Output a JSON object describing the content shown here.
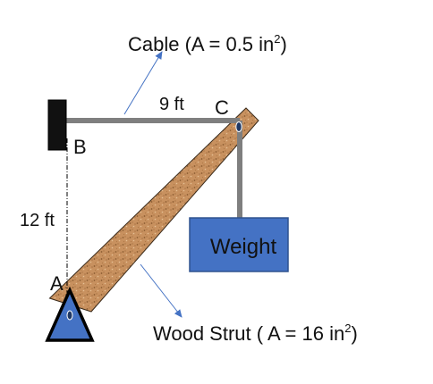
{
  "labels": {
    "cable": "Cable (A = 0.5 in",
    "cable_sup": "2",
    "cable_close": ")",
    "span": "9 ft",
    "point_b": "B",
    "point_c": "C",
    "point_a": "A",
    "height": "12 ft",
    "weight": "Weight",
    "strut": "Wood Strut ( A = 16 in",
    "strut_sup": "2",
    "strut_close": ")"
  },
  "colors": {
    "cable": "#7f7f7f",
    "wood": "#c48a5a",
    "weight_fill": "#4472c4",
    "weight_stroke": "#2f528f",
    "arrow": "#4472c4",
    "wall": "#111111",
    "support": "#4472c4"
  }
}
